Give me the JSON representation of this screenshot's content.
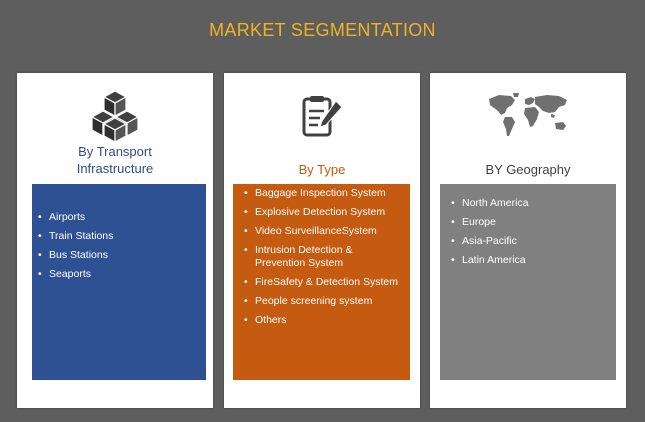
{
  "title": "MARKET SEGMENTATION",
  "colors": {
    "background": "#5e5e5e",
    "title": "#f0b323",
    "transport_panel": "#2e5193",
    "type_panel": "#c55a11",
    "geography_panel": "#808080"
  },
  "segments": [
    {
      "heading_line1": "By Transport",
      "heading_line2": "Infrastructure",
      "icon": "cubes-icon",
      "items": [
        "Airports",
        "Train Stations",
        "Bus Stations",
        "Seaports"
      ]
    },
    {
      "heading": "By Type",
      "icon": "document-pen-icon",
      "items": [
        "Baggage Inspection System",
        "Explosive Detection System",
        "Video SurveillanceSystem",
        "Intrusion Detection & Prevention System",
        "FireSafety & Detection System",
        "People screening system",
        "Others"
      ]
    },
    {
      "heading": "BY Geography",
      "icon": "world-map-icon",
      "items": [
        "North America",
        "Europe",
        "Asia-Pacific",
        "Latin America"
      ]
    }
  ],
  "bullet": "•"
}
